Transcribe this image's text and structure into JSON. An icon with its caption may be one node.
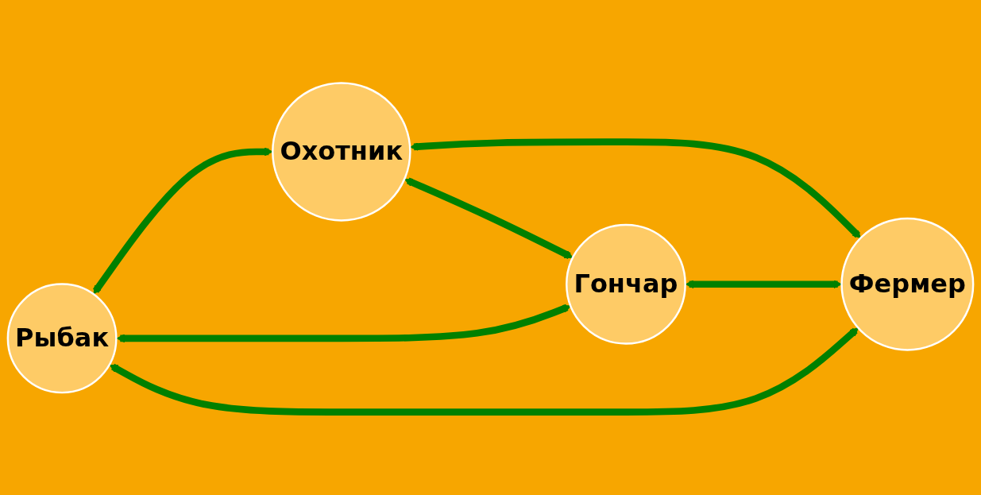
{
  "diagram": {
    "nodes": [
      {
        "text": [
          "Рыбак"
        ]
      },
      {
        "text": [
          "Охотник"
        ]
      },
      {
        "text": [
          "Гончар"
        ]
      },
      {
        "text": [
          "Фермер"
        ]
      }
    ],
    "edges": [
      {
        "from": 0,
        "to": 1,
        "arrow": "both"
      },
      {
        "from": 0,
        "to": 2,
        "arrow": "both"
      },
      {
        "from": 1,
        "to": 3,
        "arrow": "both"
      },
      {
        "from": 0,
        "to": 3,
        "arrow": "both"
      },
      {
        "from": 1,
        "to": 2,
        "arrow": "both"
      },
      {
        "from": 2,
        "to": 3,
        "arrow": "both"
      }
    ]
  }
}
